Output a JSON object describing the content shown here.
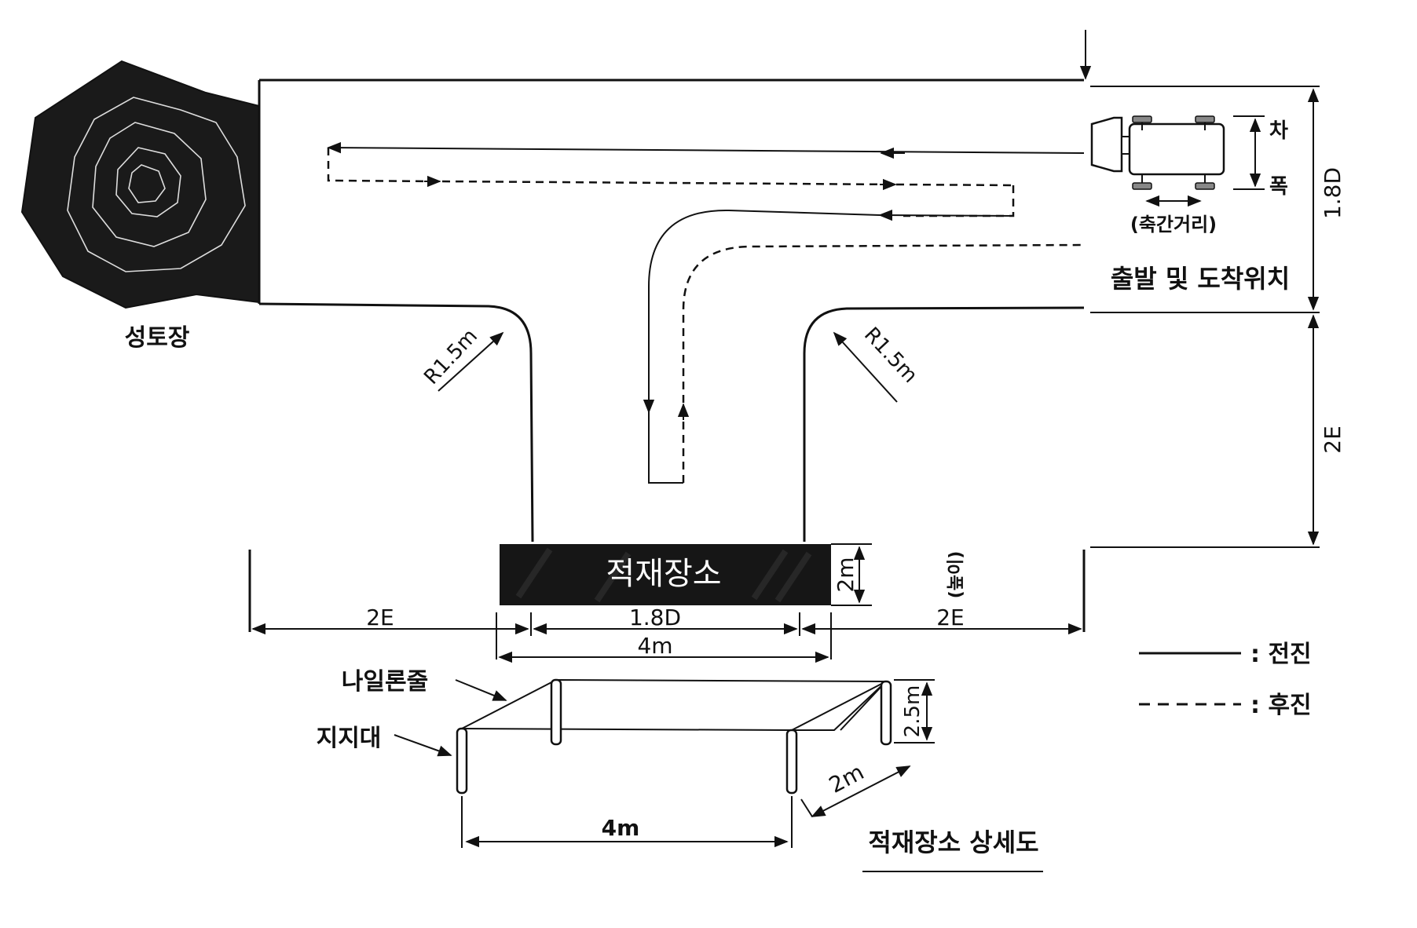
{
  "labels": {
    "stockpile": "성토장",
    "start_end": "출발 및 도착위치",
    "car_width_top": "차",
    "car_width_bottom": "폭",
    "axle_distance": "(축간거리)",
    "loading_area": "적재장소",
    "loading_detail": "적재장소 상세도",
    "nylon_rope": "나일론줄",
    "support": "지지대",
    "height": "(높이)"
  },
  "dimensions": {
    "radius_left": "R1.5m",
    "radius_right": "R1.5m",
    "right_top": "1.8D",
    "right_middle": "2E",
    "bottom_left": "2E",
    "bottom_center": "1.8D",
    "bottom_right": "2E",
    "bottom_total": "4m",
    "loading_height": "2m",
    "detail_width": "4m",
    "detail_depth": "2m",
    "detail_height": "2.5m"
  },
  "legend": {
    "forward": ": 전진",
    "reverse": ": 후진"
  }
}
